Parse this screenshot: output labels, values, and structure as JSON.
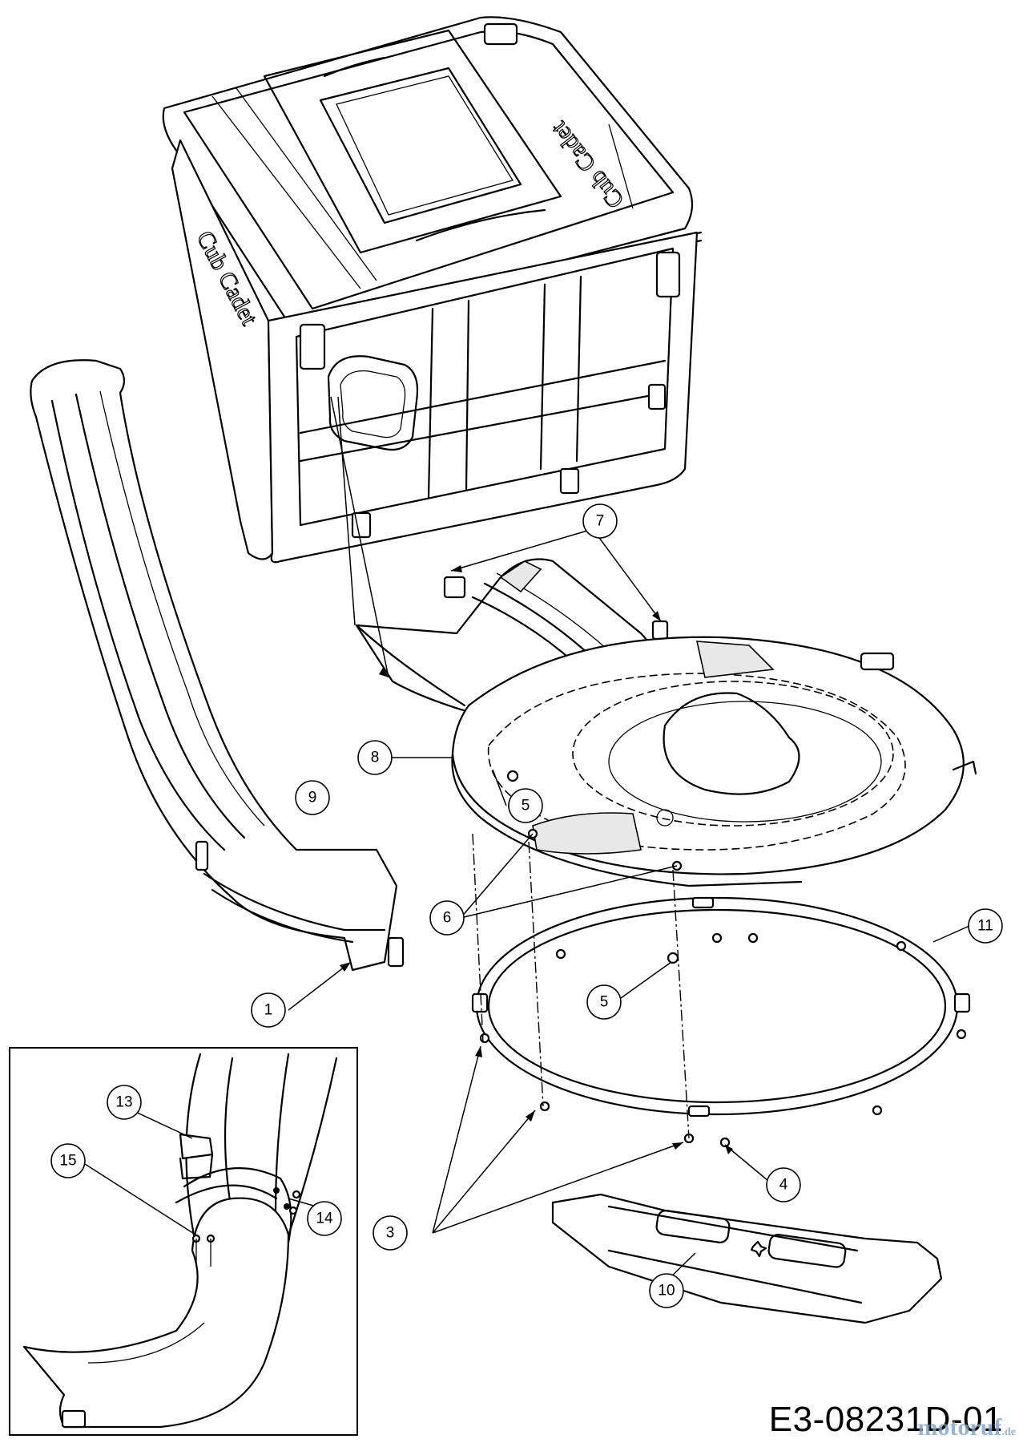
{
  "callouts": [
    {
      "id": "c1",
      "label": "1"
    },
    {
      "id": "c3",
      "label": "3"
    },
    {
      "id": "c4",
      "label": "4"
    },
    {
      "id": "c5a",
      "label": "5"
    },
    {
      "id": "c5b",
      "label": "5"
    },
    {
      "id": "c6",
      "label": "6"
    },
    {
      "id": "c7",
      "label": "7"
    },
    {
      "id": "c8",
      "label": "8"
    },
    {
      "id": "c9",
      "label": "9"
    },
    {
      "id": "c10",
      "label": "10"
    },
    {
      "id": "c11",
      "label": "11"
    },
    {
      "id": "c13",
      "label": "13"
    },
    {
      "id": "c14",
      "label": "14"
    },
    {
      "id": "c15",
      "label": "15"
    }
  ],
  "brand_text": "Cub Cadet",
  "diagram_code": "E3-08231D-01",
  "watermark": {
    "main": "motoruf",
    "suffix": ".de"
  }
}
